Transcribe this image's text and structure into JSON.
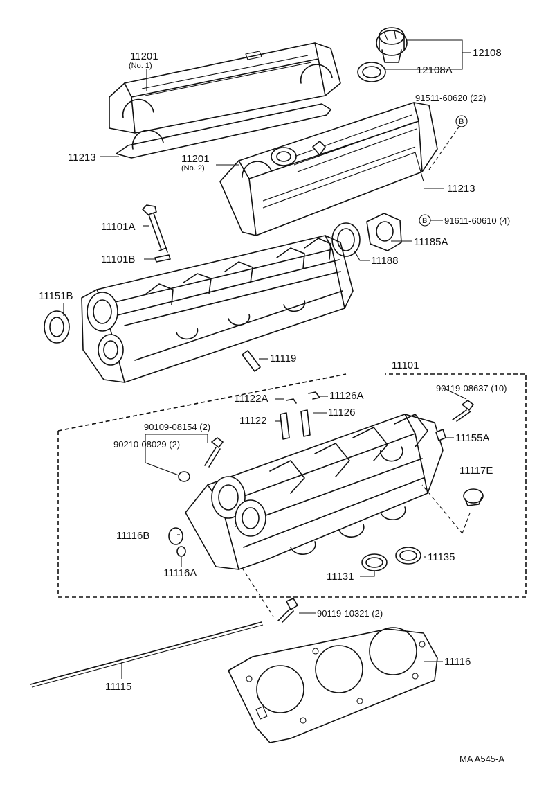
{
  "labels": {
    "p11201_a": "11201",
    "p11201_a_sub": "(No. 1)",
    "p12108": "12108",
    "p12108A": "12108A",
    "p91511": "91511-60620 (22)",
    "pB1": "B",
    "p11213_a": "11213",
    "p11201_b": "11201",
    "p11201_b_sub": "(No. 2)",
    "p11213_b": "11213",
    "p11101A": "11101A",
    "pB2": "B",
    "p91611": "91611-60610 (4)",
    "p11185A": "11185A",
    "p11101B": "11101B",
    "p11188": "11188",
    "p11151B": "11151B",
    "p11119": "11119",
    "p11101": "11101",
    "p90119_08637": "90119-08637 (10)",
    "p11122A": "11122A",
    "p11126A": "11126A",
    "p11122": "11122",
    "p11126": "11126",
    "p90109": "90109-08154 (2)",
    "p11155A": "11155A",
    "p90210": "90210-08029 (2)",
    "p11117E": "11117E",
    "p11116B": "11116B",
    "p11135": "11135",
    "p11116A": "11116A",
    "p11131": "11131",
    "p90119_10321": "90119-10321 (2)",
    "p11116": "11116",
    "p11115": "11115",
    "code": "MA  A545-A"
  }
}
